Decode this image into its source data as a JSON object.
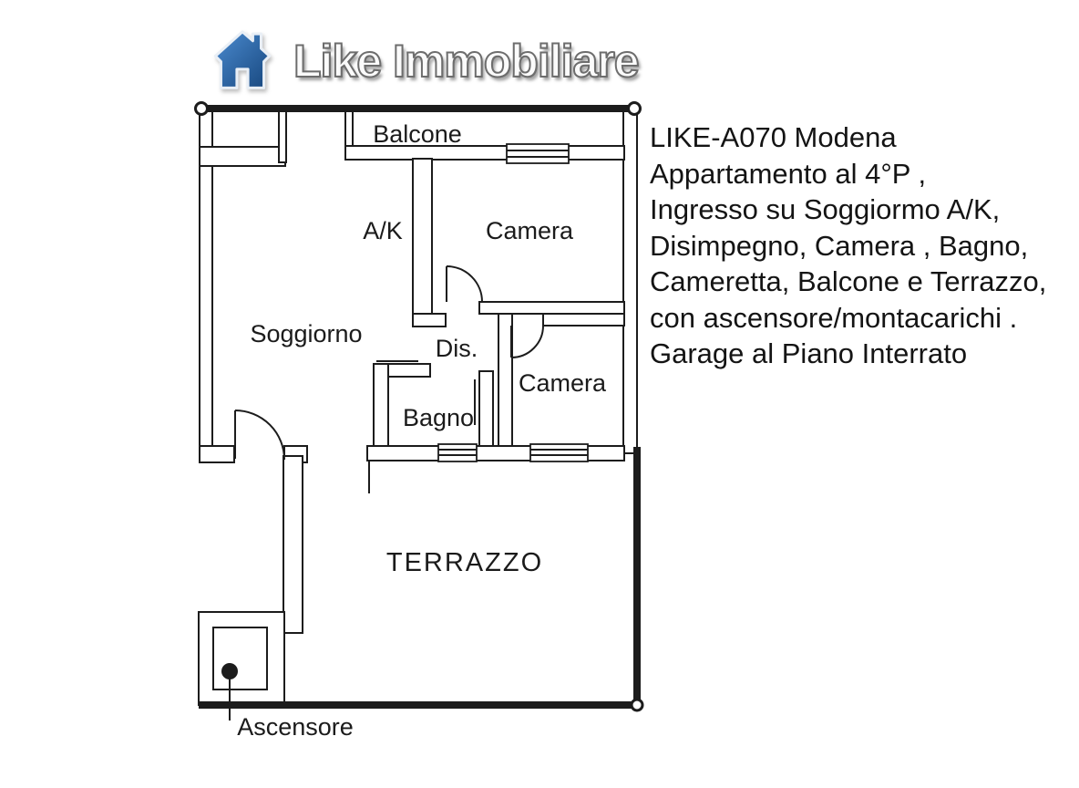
{
  "logo": {
    "brand": "Like Immobiliare"
  },
  "floorplan": {
    "rooms": {
      "balcone": "Balcone",
      "ak": "A/K",
      "camera_top": "Camera",
      "soggiorno": "Soggiorno",
      "dis": "Dis.",
      "bagno": "Bagno",
      "camera_mid": "Camera",
      "terrazzo": "TERRAZZO",
      "ascensore": "Ascensore"
    }
  },
  "description": {
    "lines": [
      "LIKE-A070 Modena",
      "Appartamento al 4°P ,",
      "Ingresso su Soggiormo A/K,",
      "Disimpegno, Camera , Bagno,",
      "Cameretta, Balcone e Terrazzo,",
      "con ascensore/montacarichi .",
      "Garage al Piano Interrato"
    ]
  },
  "colors": {
    "house_blue": "#2f6cb3",
    "wall": "#1c1c1c",
    "text": "#141414"
  }
}
